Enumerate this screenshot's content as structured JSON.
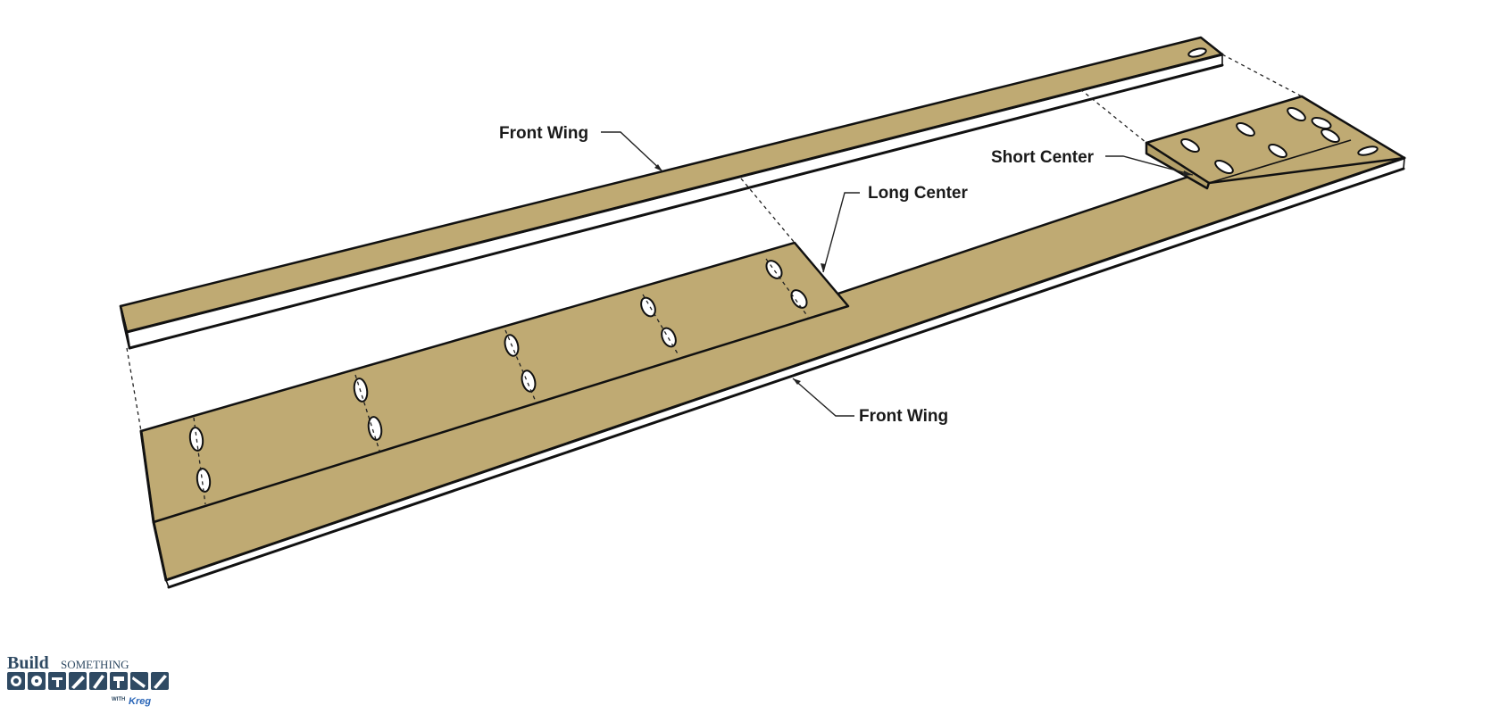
{
  "labels": {
    "front_wing_top": "Front Wing",
    "long_center": "Long Center",
    "short_center": "Short Center",
    "front_wing_bottom": "Front Wing"
  },
  "logo": {
    "build": "Build",
    "something": "SOMETHING",
    "with": "WITH",
    "kreg": "Kreg"
  },
  "colors": {
    "wood": "#bfaa73",
    "outline": "#111111",
    "logo_blue": "#2f4a63",
    "kreg_blue": "#2a66b8"
  }
}
